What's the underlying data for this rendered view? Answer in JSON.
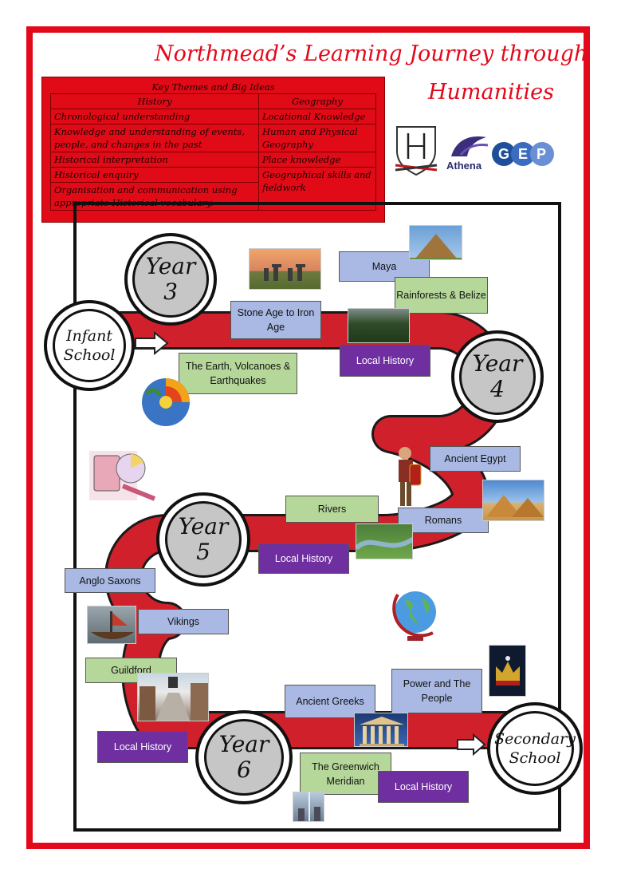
{
  "title": {
    "line1": "Northmead’s Learning Journey through",
    "line2": "Humanities"
  },
  "themes": {
    "heading": "Key Themes and Big Ideas",
    "history_header": "History",
    "geography_header": "Geography",
    "history": [
      "Chronological understanding",
      "Knowledge and understanding of events, people, and changes in the past",
      "Historical interpretation",
      "Historical enquiry",
      "Organisation and communication using appropriate Historical vocabulary."
    ],
    "geography": [
      "Locational Knowledge",
      "Human and Physical Geography",
      "Place knowledge",
      "Geographical skills and fieldwork"
    ]
  },
  "logos": {
    "athena": "Athena",
    "gep": "GEP"
  },
  "milestones": {
    "infant": "Infant School",
    "year3_a": "Year",
    "year3_b": "3",
    "year4_a": "Year",
    "year4_b": "4",
    "year5_a": "Year",
    "year5_b": "5",
    "year6_a": "Year",
    "year6_b": "6",
    "secondary": "Secondary School"
  },
  "topics": {
    "maya": "Maya",
    "stone_age": "Stone Age to Iron Age",
    "rainforests": "Rainforests & Belize",
    "local_history_y3": "Local History",
    "earth": "The Earth, Volcanoes & Earthquakes",
    "ancient_egypt": "Ancient Egypt",
    "rivers": "Rivers",
    "romans": "Romans",
    "local_history_y5": "Local History",
    "anglo_saxons": "Anglo Saxons",
    "vikings": "Vikings",
    "guildford": "Guildford",
    "power_people": "Power and The People",
    "ancient_greeks": "Ancient Greeks",
    "local_history_y6": "Local History",
    "greenwich": "The Greenwich Meridian",
    "local_history_end": "Local History"
  },
  "colors": {
    "red": "#e3081a",
    "road": "#d0202b",
    "history": "#a9b9e4",
    "geography": "#b6d79a",
    "local": "#6f2fa0"
  }
}
